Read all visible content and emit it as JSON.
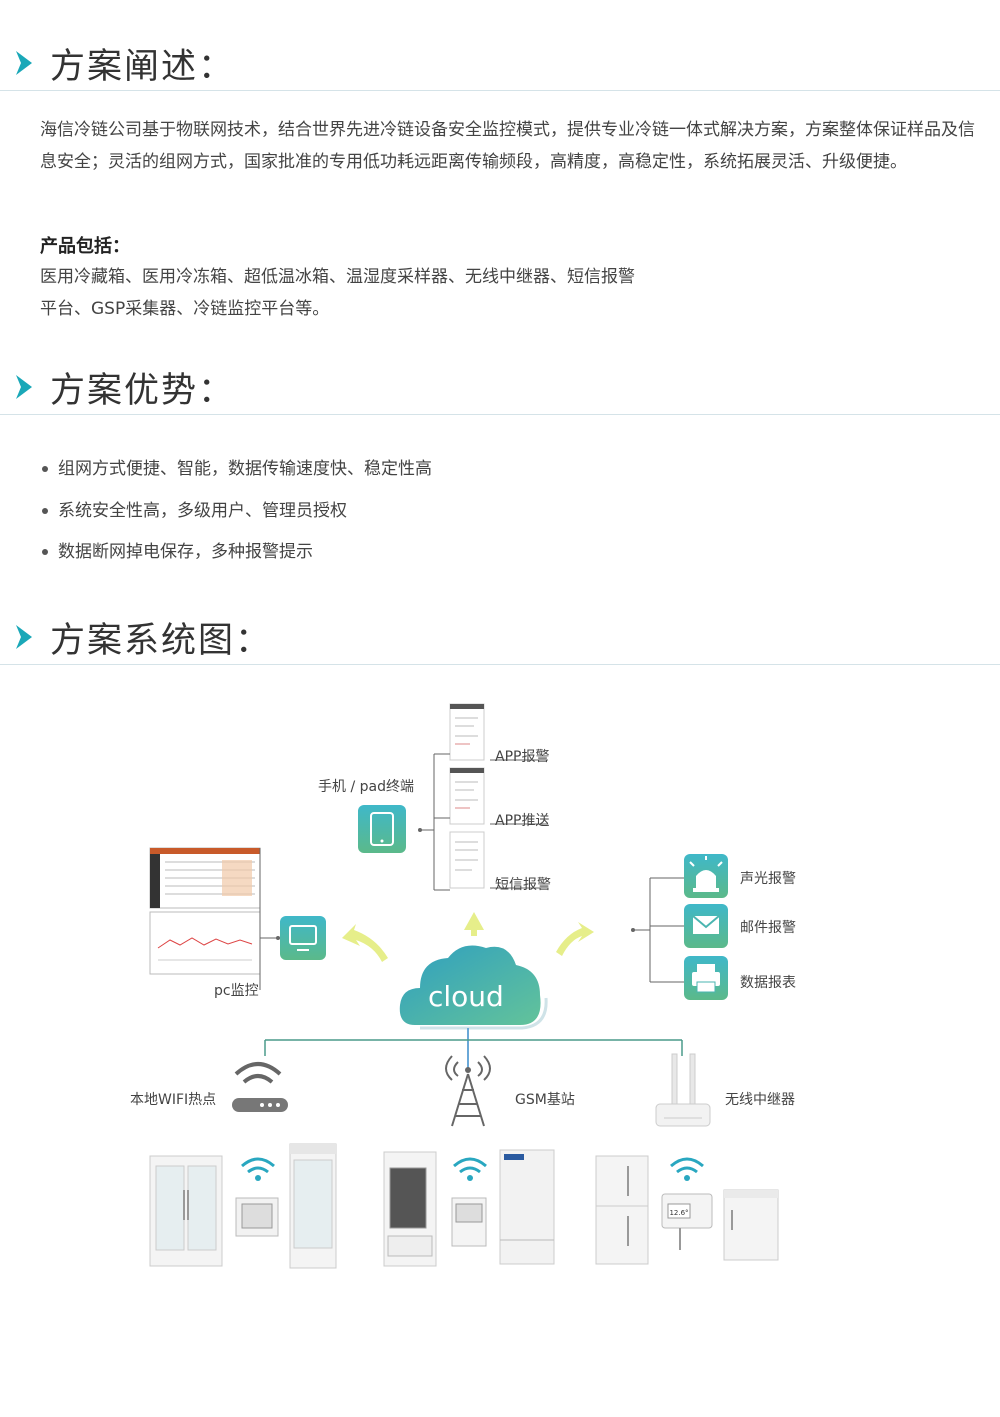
{
  "sections": {
    "overview": {
      "title": "方案阐述：",
      "paragraph": "海信冷链公司基于物联网技术，结合世界先进冷链设备安全监控模式，提供专业冷链一体式解决方案，方案整体保证样品及信息安全；灵活的组网方式，国家批准的专用低功耗远距离传输频段，高精度，高稳定性，系统拓展灵活、升级便捷。",
      "products_label": "产品包括：",
      "products_line1": "医用冷藏箱、医用冷冻箱、超低温冰箱、温湿度采样器、无线中继器、短信报警",
      "products_line2": "平台、GSP采集器、冷链监控平台等。"
    },
    "advantages": {
      "title": "方案优势：",
      "items": [
        "组网方式便捷、智能，数据传输速度快、稳定性高",
        "系统安全性高，多级用户、管理员授权",
        "数据断网掉电保存，多种报警提示"
      ]
    },
    "diagram": {
      "title": "方案系统图：",
      "cloud_label": "cloud",
      "mobile_label": "手机 / pad终端",
      "app_alarm": "APP报警",
      "app_push": "APP推送",
      "sms_alarm": "短信报警",
      "pc_label": "pc监控",
      "sound_light_alarm": "声光报警",
      "email_alarm": "邮件报警",
      "data_report": "数据报表",
      "wifi_label": "本地WIFI热点",
      "gsm_label": "GSM基站",
      "repeater_label": "无线中继器",
      "sensor_readout": "12.6°"
    }
  },
  "colors": {
    "accent": "#1aa8b8",
    "icon_grad_top": "#3fb8c9",
    "icon_grad_bottom": "#5bb98a",
    "arrow": "#e6ee8a"
  }
}
